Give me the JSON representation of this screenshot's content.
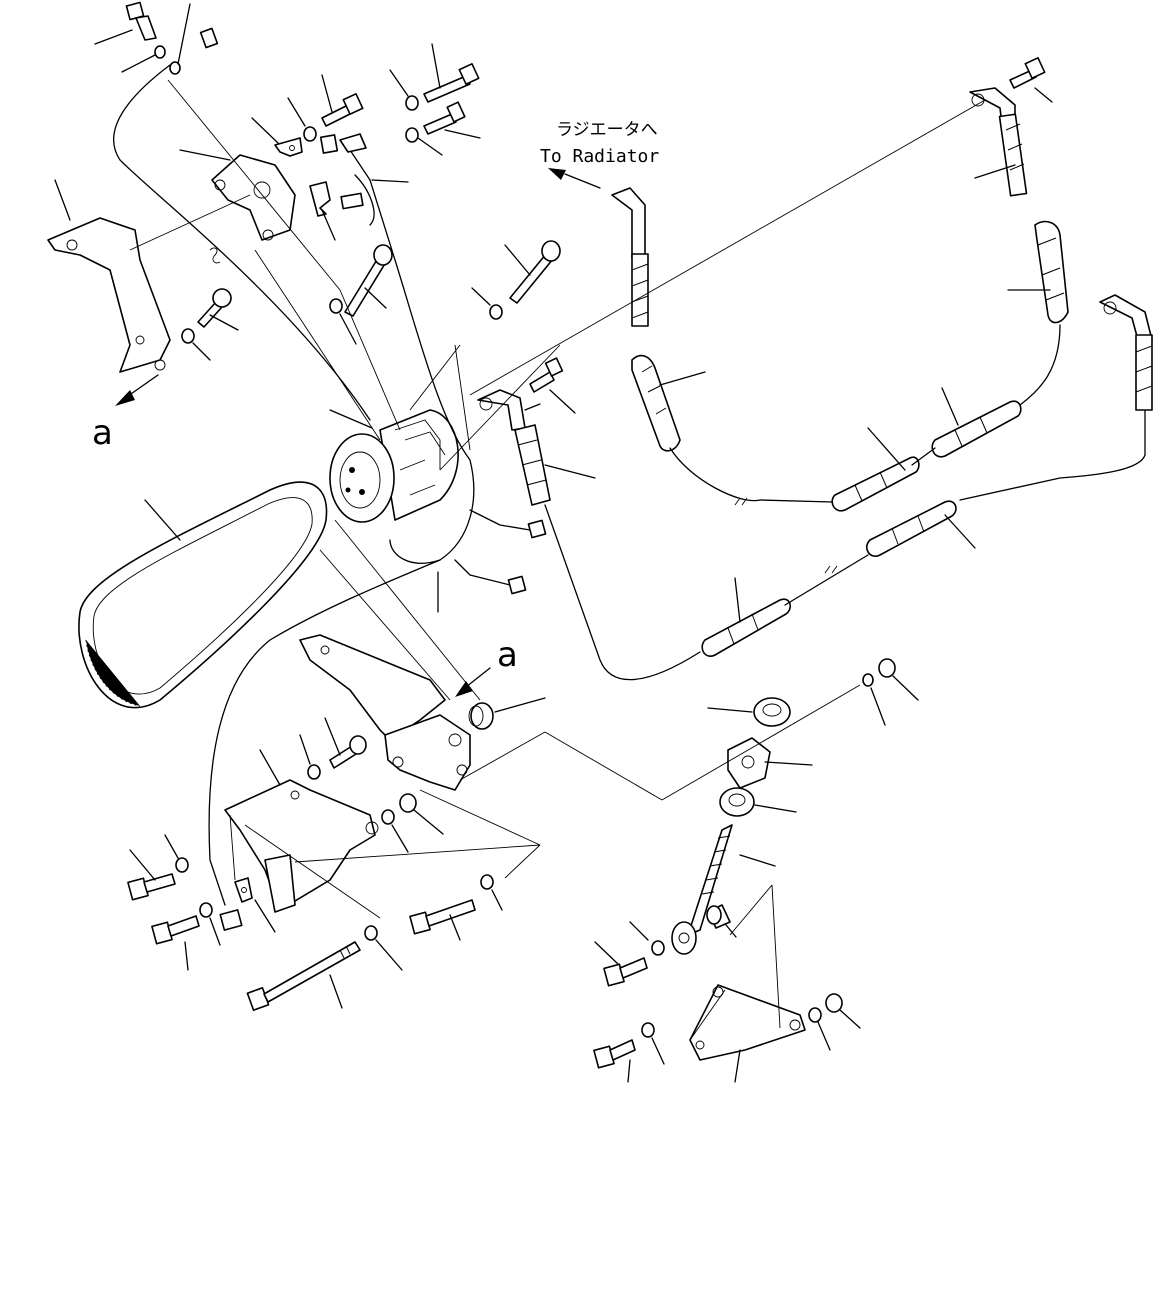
{
  "labels": {
    "to_radiator_jp": "ラジエータへ",
    "to_radiator_en": "To Radiator",
    "ref_a_left": "a",
    "ref_a_right": "a"
  }
}
